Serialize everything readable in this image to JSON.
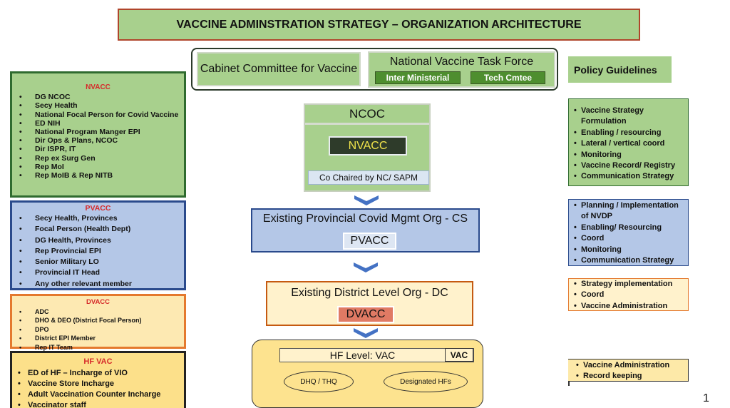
{
  "title": "VACCINE ADMINSTRATION STRATEGY – ORGANIZATION ARCHITECTURE",
  "left_panels": {
    "nvacc": {
      "heading": "NVACC",
      "items": [
        "DG NCOC",
        "Secy Health",
        "National Focal Person for Covid Vaccine",
        "ED NIH",
        "National Program Manger EPI",
        "Dir Ops & Plans, NCOC",
        "Dir ISPR, IT",
        "Rep ex Surg Gen",
        "Rep MoI",
        "Rep  MoIB & Rep NITB"
      ]
    },
    "pvacc": {
      "heading": "PVACC",
      "items": [
        "Secy Health, Provinces",
        "Focal Person (Health Dept)",
        "DG Health, Provinces",
        "Rep Provincial EPI",
        "Senior Military LO",
        "Provincial IT Head",
        "Any other relevant member"
      ]
    },
    "dvacc": {
      "heading": "DVACC",
      "items": [
        "ADC",
        "DHO & DEO (District Focal Person)",
        "DPO",
        "District EPI Member",
        "Rep IT Team"
      ]
    },
    "hfvac": {
      "heading": "HF VAC",
      "items": [
        "ED of HF – Incharge of VIO",
        "Vaccine Store Incharge",
        "Adult Vaccination Counter Incharge",
        "Vaccinator staff"
      ]
    }
  },
  "center": {
    "cabinet": "Cabinet Committee for Vaccine",
    "nvtf": {
      "title": "National Vaccine Task Force",
      "chips": [
        "Inter Ministerial",
        "Tech Cmtee"
      ]
    },
    "ncoc": {
      "title": "NCOC",
      "inner": "NVACC",
      "cochair": "Co Chaired by NC/ SAPM"
    },
    "provincial": {
      "title": "Existing Provincial Covid Mgmt Org - CS",
      "inner": "PVACC"
    },
    "district": {
      "title": "Existing District Level Org - DC",
      "inner": "DVACC"
    },
    "hf": {
      "level": "HF Level: VAC",
      "vac": "VAC",
      "left_ellipse": "DHQ / THQ",
      "right_ellipse": "Designated HFs"
    }
  },
  "right": {
    "policy": "Policy Guidelines",
    "panel1": [
      "Vaccine Strategy Formulation",
      "Enabling / resourcing",
      "Lateral / vertical coord",
      "Monitoring",
      "Vaccine Record/ Registry",
      "Communication Strategy"
    ],
    "panel2": [
      "Planning / Implementation of NVDP",
      "Enabling/ Resourcing",
      "Coord",
      "Monitoring",
      "Communication Strategy"
    ],
    "panel3": [
      "Strategy implementation",
      "Coord",
      "Vaccine Administration"
    ],
    "panel4": [
      "Vaccine Administration",
      "Record keeping"
    ]
  },
  "page_number": "1",
  "colors": {
    "green": "#a8d08d",
    "blue": "#b4c7e7",
    "cream": "#fff2cc",
    "red_heading": "#d62a2a",
    "chevron": "#4472c4"
  }
}
